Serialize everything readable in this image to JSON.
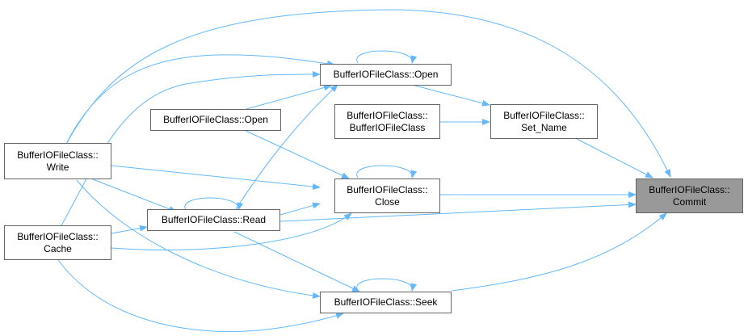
{
  "diagram": {
    "edge_color": "#63b8ff",
    "node_fill": "#ffffff",
    "node_border": "#666666",
    "focus_fill": "#999999",
    "nodes": {
      "commit": {
        "line1": "BufferIOFileClass::",
        "line2": "Commit"
      },
      "set_name": {
        "line1": "BufferIOFileClass::",
        "line2": "Set_Name"
      },
      "open_a": {
        "line1": "BufferIOFileClass::Open"
      },
      "open_b": {
        "line1": "BufferIOFileClass::Open"
      },
      "ctor": {
        "line1": "BufferIOFileClass::",
        "line2": "BufferIOFileClass"
      },
      "close": {
        "line1": "BufferIOFileClass::",
        "line2": "Close"
      },
      "read": {
        "line1": "BufferIOFileClass::Read"
      },
      "seek": {
        "line1": "BufferIOFileClass::Seek"
      },
      "write": {
        "line1": "BufferIOFileClass::",
        "line2": "Write"
      },
      "cache": {
        "line1": "BufferIOFileClass::",
        "line2": "Cache"
      }
    }
  }
}
